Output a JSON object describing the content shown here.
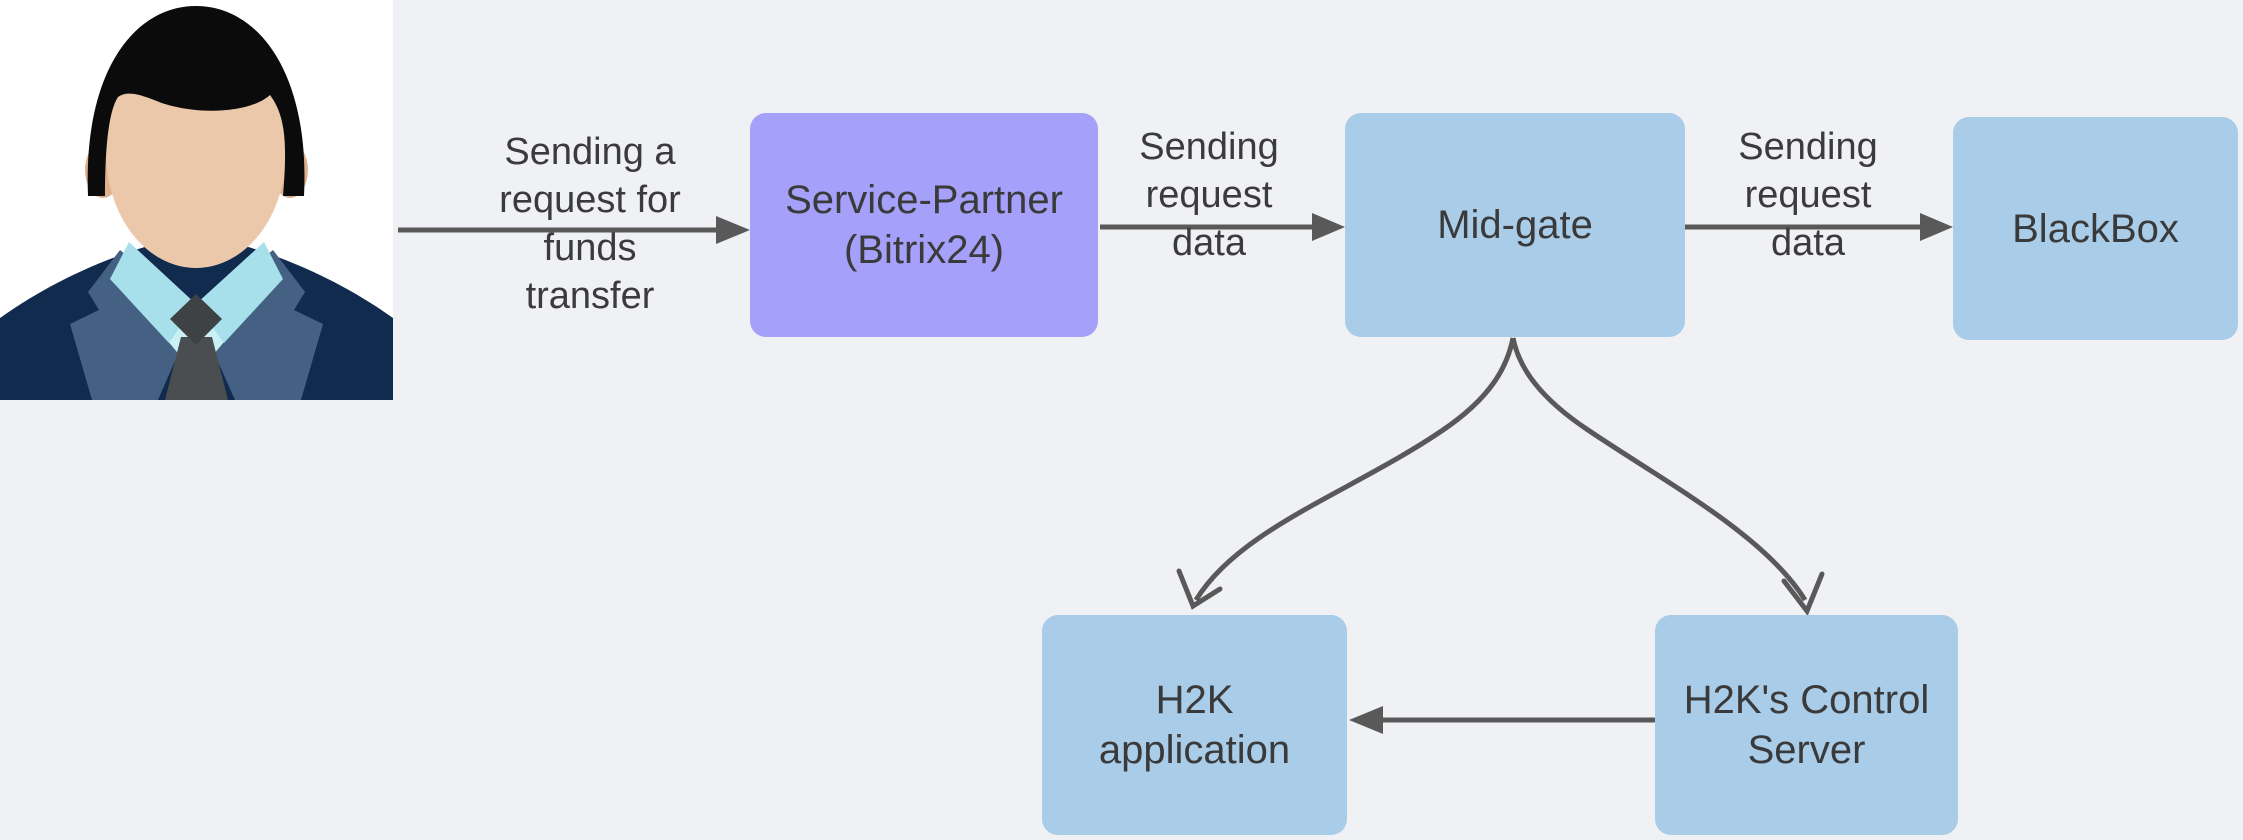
{
  "diagram": {
    "title": "funds transfer request flow",
    "colors": {
      "background": "#f0f1f4",
      "avatar_panel_background": "#ffffff",
      "node_purple": "#a5a0f9",
      "node_blue": "#a9cce9",
      "edge_stroke": "#595959",
      "text": "#3b3b3b"
    },
    "icons": {
      "avatar": "person-in-suit-icon"
    },
    "nodes": {
      "service_partner": {
        "label": "Service-Partner\n(Bitrix24)",
        "color": "#a5a0f9"
      },
      "mid_gate": {
        "label": "Mid-gate",
        "color": "#a9cce9"
      },
      "blackbox": {
        "label": "BlackBox",
        "color": "#a9cce9"
      },
      "h2k_application": {
        "label": "H2K\napplication",
        "color": "#a9cce9"
      },
      "h2k_control_server": {
        "label": "H2K's Control\nServer",
        "color": "#a9cce9"
      }
    },
    "edges": {
      "user_to_service_partner": {
        "label": "Sending a\nrequest for\nfunds\ntransfer"
      },
      "service_partner_to_mid_gate": {
        "label": "Sending\nrequest\ndata"
      },
      "mid_gate_to_blackbox": {
        "label": "Sending\nrequest\ndata"
      },
      "mid_gate_to_h2k_application": {
        "label": ""
      },
      "mid_gate_to_h2k_control_server": {
        "label": ""
      },
      "h2k_control_server_to_h2k_application": {
        "label": ""
      }
    }
  }
}
